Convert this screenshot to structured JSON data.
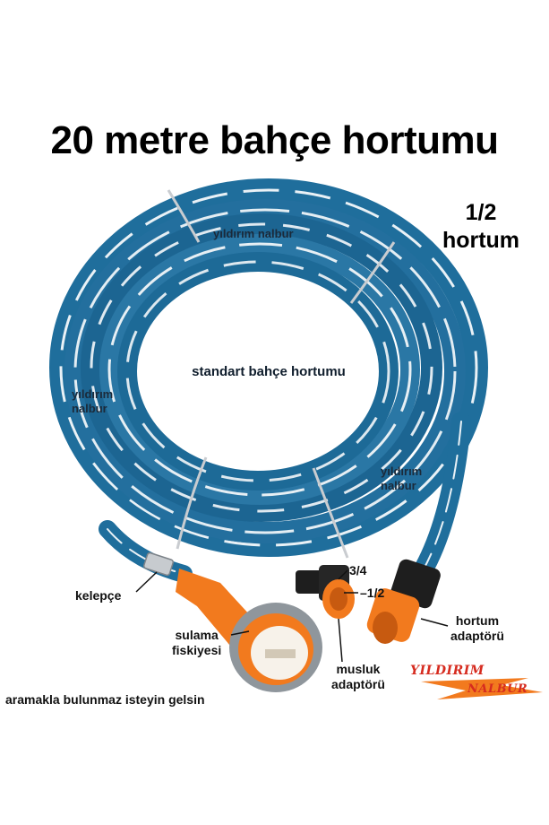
{
  "title": "20 metre bahçe hortumu",
  "size_label": {
    "line1": "1/2",
    "line2": "hortum"
  },
  "hose_prints": {
    "top": "yıldırım nalbur",
    "left_line1": "yıldırım",
    "left_line2": "nalbur",
    "right_line1": "yıldırım",
    "right_line2": "nalbur"
  },
  "center_label": "standart bahçe hortumu",
  "callouts": {
    "clamp": "kelepçe",
    "sprinkler_line1": "sulama",
    "sprinkler_line2": "fiskiyesi",
    "tap_size_a": "3/4",
    "tap_size_b": "1/2",
    "tap_adapter_line1": "musluk",
    "tap_adapter_line2": "adaptörü",
    "hose_adapter_line1": "hortum",
    "hose_adapter_line2": "adaptörü"
  },
  "slogan": "aramakla bulunmaz isteyin gelsin",
  "logo": {
    "line1": "YILDIRIM",
    "line2": "NALBUR"
  },
  "colors": {
    "hose_blue": "#1f6e9c",
    "hose_stripe": "#e9f1f6",
    "fitting_orange": "#f27a1e",
    "fitting_black": "#1e1e1e",
    "sprinkler_grey": "#8f969c",
    "logo_red": "#d62b1f"
  }
}
